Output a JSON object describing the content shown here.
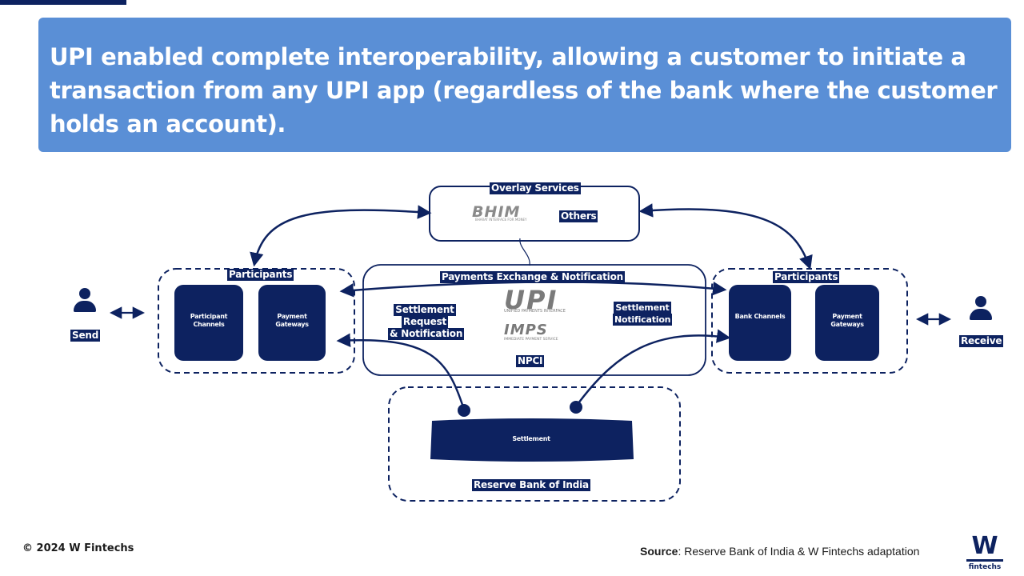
{
  "headline": "UPI enabled complete interoperability, allowing a customer to initiate a transaction from any UPI app (regardless of the bank where the customer holds an account).",
  "diagram": {
    "overlay": {
      "title": "Overlay Services",
      "logo_bhim": "BHIM",
      "logo_bhim_sub": "BHARAT INTERFACE FOR MONEY",
      "others": "Others"
    },
    "left_participants": {
      "title": "Participants",
      "box1": "Participant Channels",
      "box2": "Payment Gateways"
    },
    "right_participants": {
      "title": "Participants",
      "box1": "Bank Channels",
      "box2": "Payment Gateways"
    },
    "npci": {
      "title": "NPCI",
      "exchange": "Payments Exchange & Notification",
      "settlement_request": [
        "Settlement",
        "Request",
        "& Notification"
      ],
      "settlement_notification": [
        "Settlement",
        "Notification"
      ],
      "logo_upi": "UPI",
      "logo_upi_sub": "UNIFIED PAYMENTS INTERFACE",
      "logo_imps": "IMPS",
      "logo_imps_sub": "IMMEDIATE PAYMENT SERVICE"
    },
    "rbi": {
      "title": "Reserve Bank of India",
      "settlement": "Settlement"
    },
    "send": "Send",
    "receive": "Receive"
  },
  "footer": {
    "copyright": "© 2024 W Fintechs",
    "source_label": "Source",
    "source_text": ": Reserve Bank of India & W Fintechs adaptation",
    "logo_letter": "W",
    "logo_text": "fintechs"
  },
  "colors": {
    "navy": "#0d2260",
    "banner": "#5a8fd6",
    "logo_grey": "#7a7a7a"
  }
}
